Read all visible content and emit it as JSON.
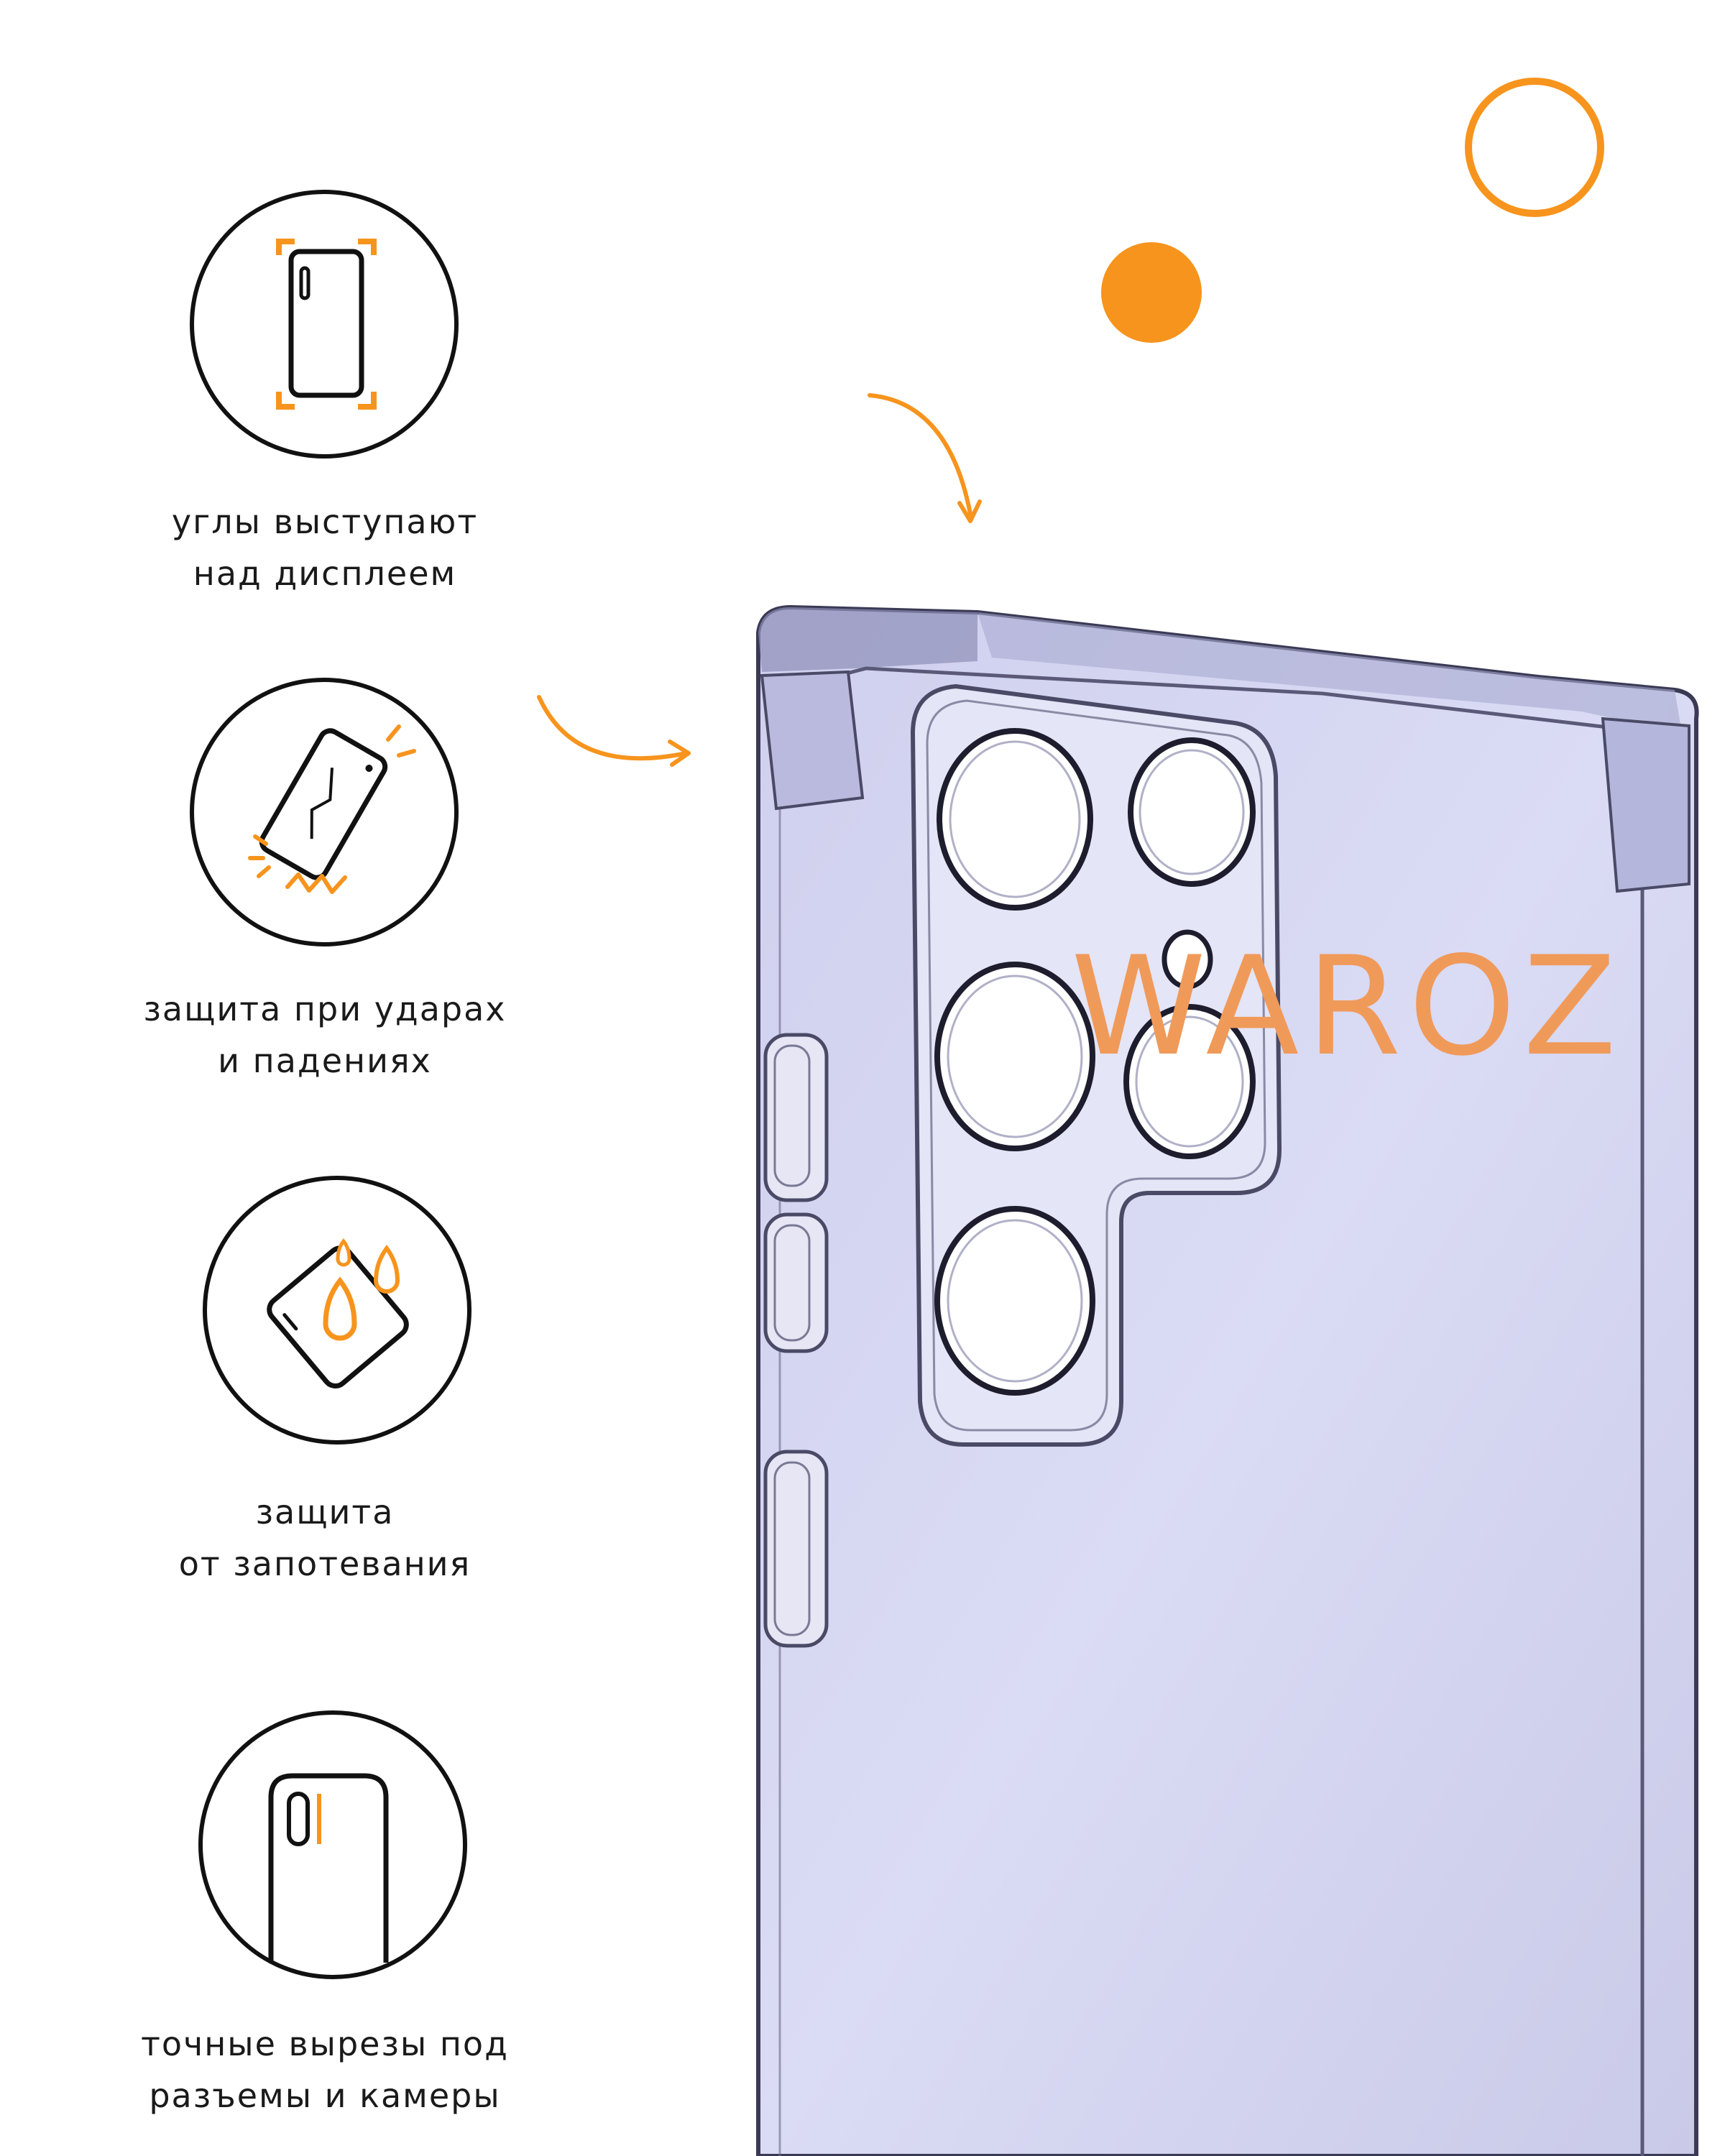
{
  "features": [
    {
      "line1": "углы выступают",
      "line2": "над дисплеем",
      "icon": "phone-corners-icon"
    },
    {
      "line1": "защита при ударах",
      "line2": "и падениях",
      "icon": "phone-impact-icon"
    },
    {
      "line1": "защита",
      "line2": "от запотевания",
      "icon": "phone-drops-icon"
    },
    {
      "line1": "точные вырезы под",
      "line2": "разъемы и камеры",
      "icon": "phone-camera-cutout-icon"
    }
  ],
  "brand": {
    "name": "WAROZ"
  },
  "colors": {
    "accent": "#f7941d",
    "case_tint": "#d4d5f0",
    "case_edge": "#3a3a55",
    "brand_text": "#f09a5a"
  }
}
